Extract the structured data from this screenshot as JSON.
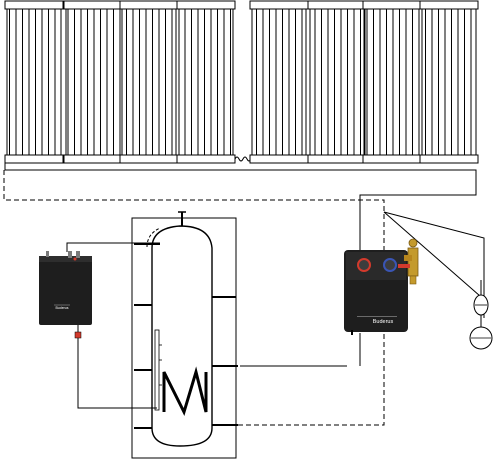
{
  "diagram": {
    "collector_groups": [
      {
        "name": "collector-array-left",
        "panel_count": 4
      },
      {
        "name": "collector-array-right",
        "panel_count": 4
      }
    ],
    "components": {
      "controller": {
        "brand_label": "Buderus"
      },
      "pump_station": {
        "brand_label": "Buderus"
      },
      "storage_tank": {
        "coil": "solar-heat-exchanger-coil"
      },
      "expansion_vessel": {
        "present": true
      }
    },
    "colors": {
      "line": "#000000",
      "device_body": "#1e1e1e",
      "panel_fill": "#ffffff",
      "badge": "#d33a2c",
      "badge_blue": "#3a55b4",
      "valve_brass": "#c49a2c"
    }
  }
}
